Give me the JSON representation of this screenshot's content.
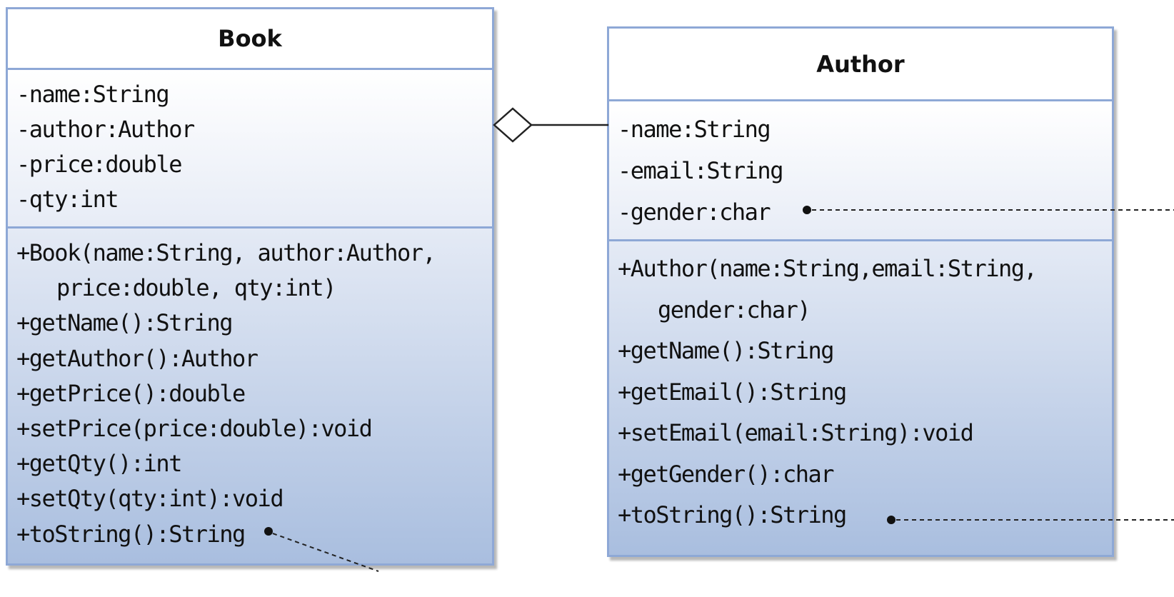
{
  "classes": {
    "book": {
      "name": "Book",
      "attributes": [
        "-name:String",
        "-author:Author",
        "-price:double",
        "-qty:int"
      ],
      "operations": [
        "+Book(name:String, author:Author,",
        "price:double, qty:int)",
        "+getName():String",
        "+getAuthor():Author",
        "+getPrice():double",
        "+setPrice(price:double):void",
        "+getQty():int",
        "+setQty(qty:int):void",
        "+toString():String"
      ]
    },
    "author": {
      "name": "Author",
      "attributes": [
        "-name:String",
        "-email:String",
        "-gender:char"
      ],
      "operations": [
        "+Author(name:String,email:String,",
        "gender:char)",
        "+getName():String",
        "+getEmail():String",
        "+setEmail(email:String):void",
        "+getGender():char",
        "+toString():String"
      ]
    }
  },
  "colors": {
    "border": "#8ea8d6",
    "ops_gradient_bottom": "#a9bedf",
    "text": "#111111"
  }
}
